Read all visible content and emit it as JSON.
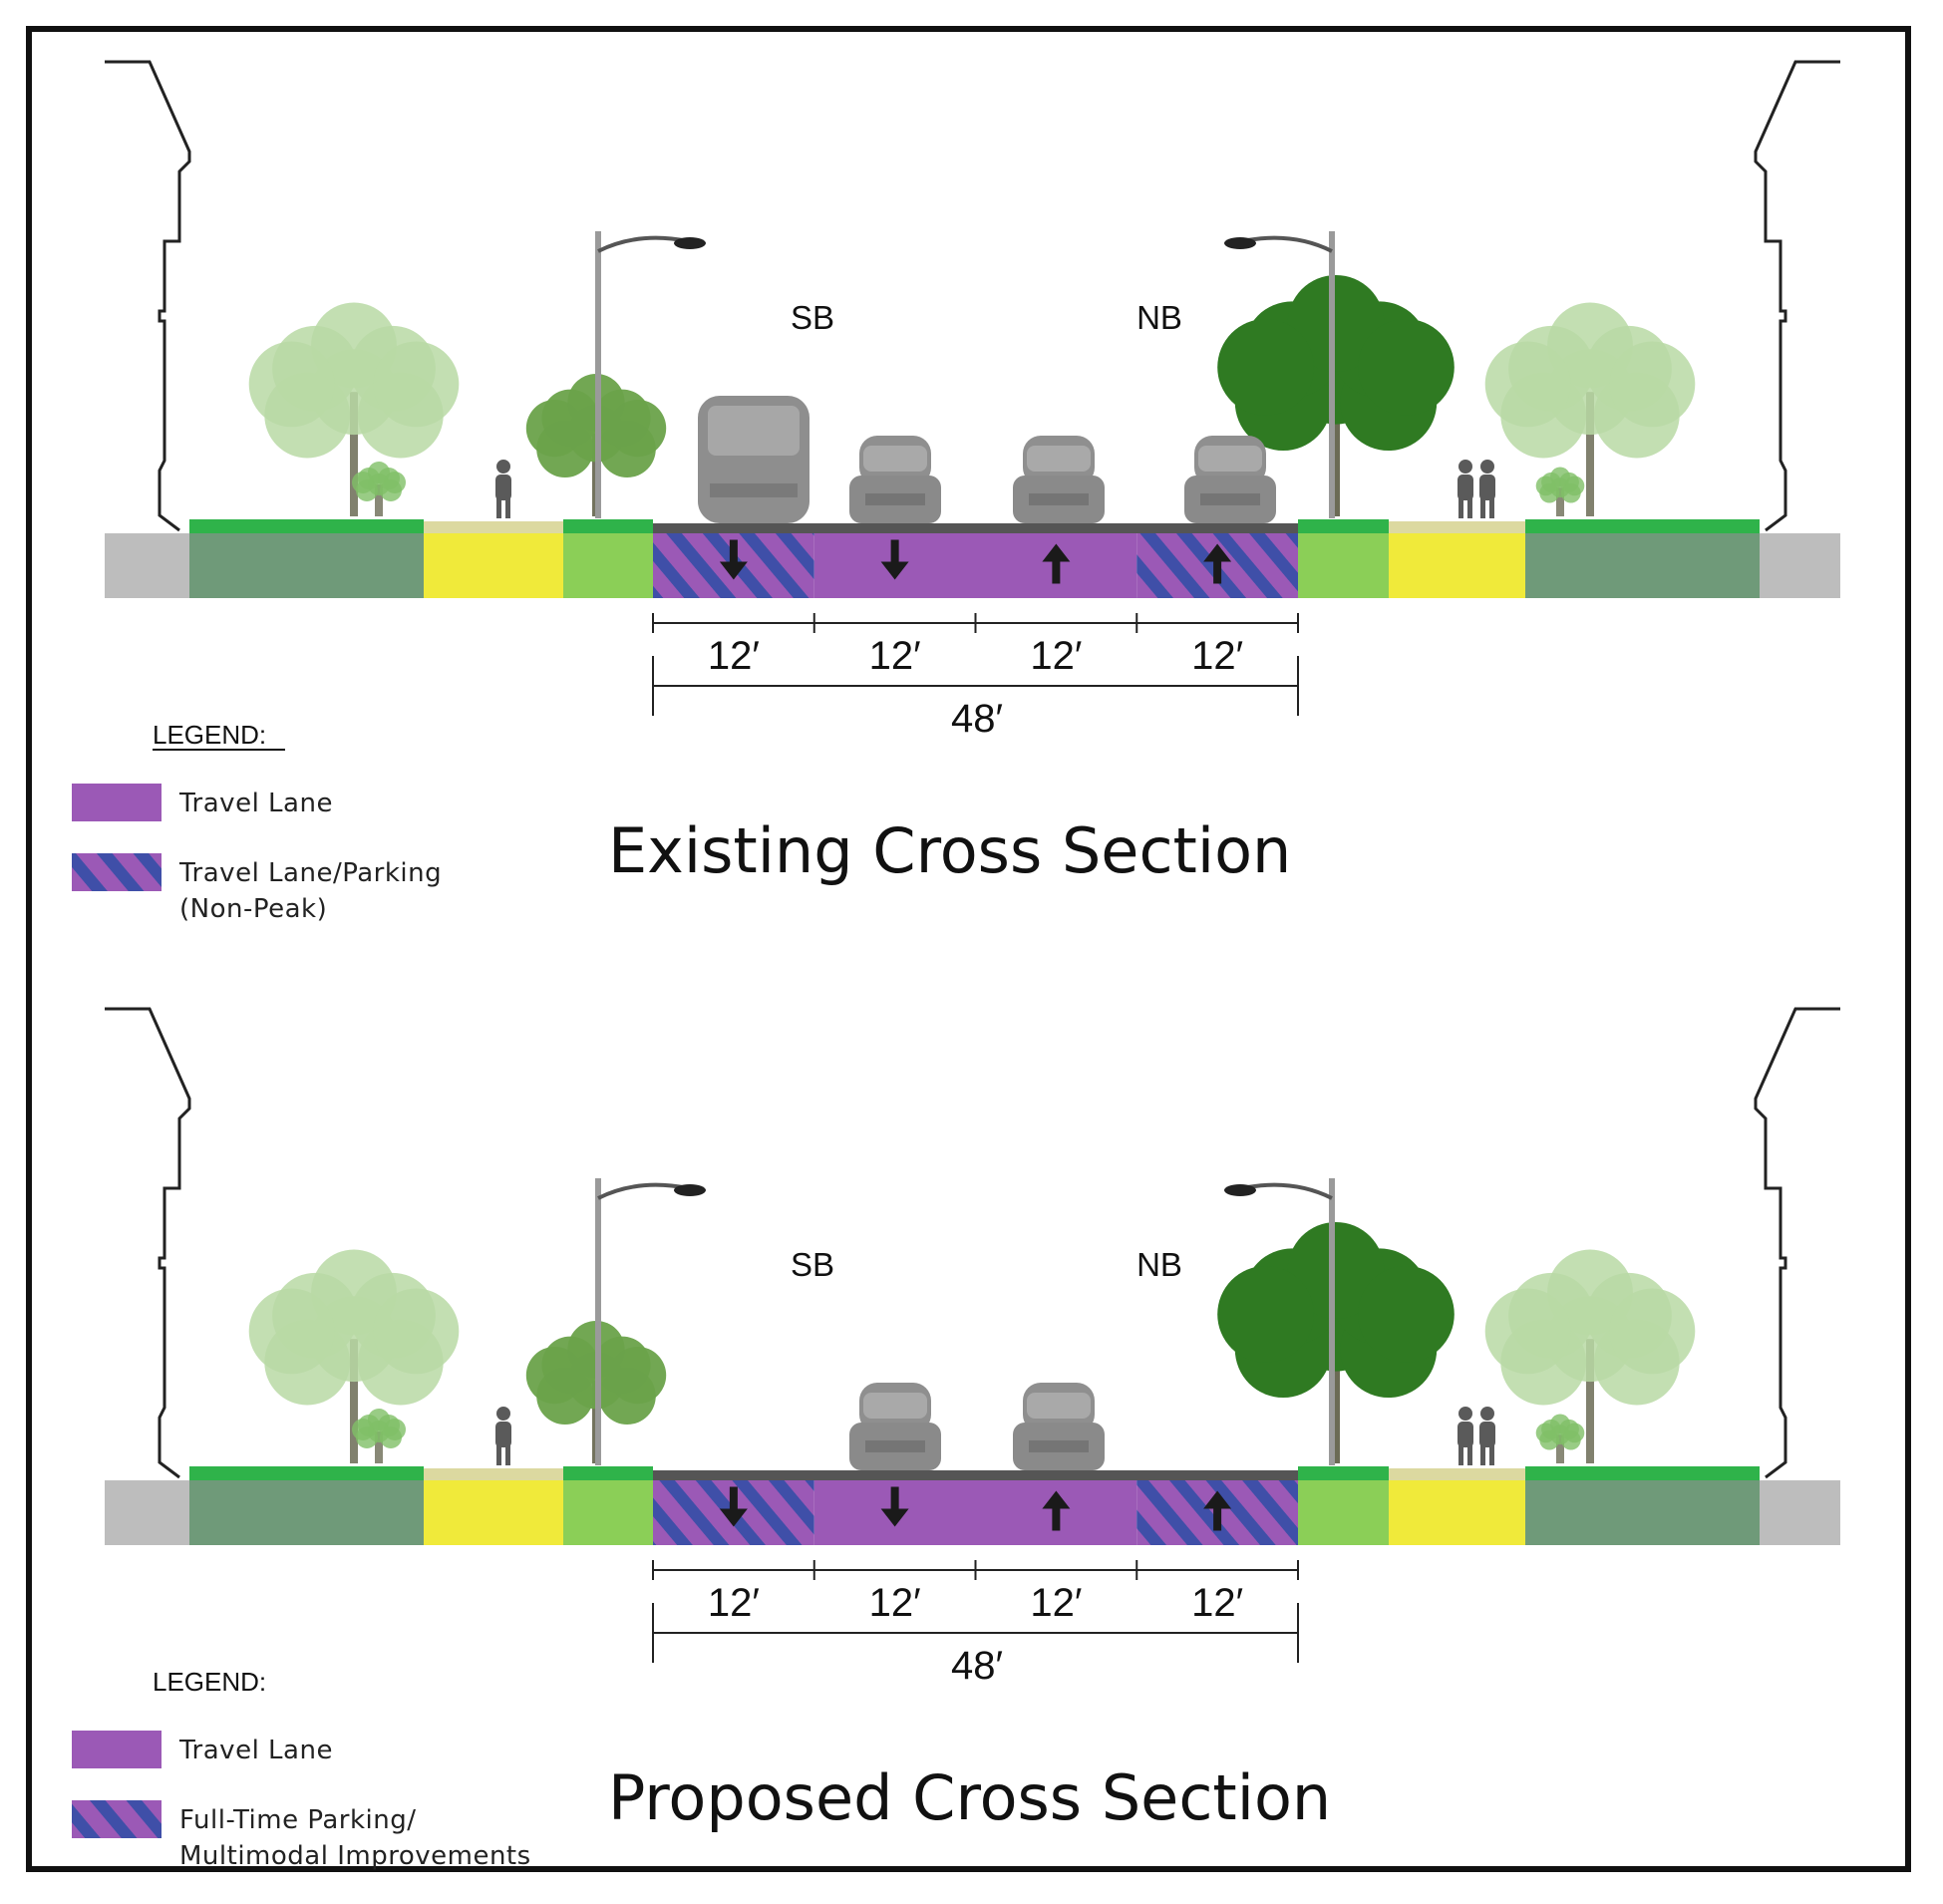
{
  "colors": {
    "travel_lane": "#9b59b6",
    "hatch_stripe": "#3f4fa8",
    "planting_dark": "#6f9a79",
    "planting_light": "#8bcf57",
    "grass_edge": "#2fb34a",
    "sidewalk": "#f0ea3a",
    "curb": "#bdbdbd",
    "building_outline": "#222222"
  },
  "icons": [
    "building-outline-icon",
    "tree-icon",
    "street-light-icon",
    "pedestrian-icon",
    "bus-icon",
    "car-icon",
    "arrow-down-icon",
    "arrow-up-icon"
  ],
  "sections": [
    {
      "id": "existing",
      "title": "Existing Cross Section",
      "dir_left": "SB",
      "dir_right": "NB",
      "lanes": [
        {
          "width_label": "12′",
          "type": "hatched",
          "direction": "down"
        },
        {
          "width_label": "12′",
          "type": "solid",
          "direction": "down"
        },
        {
          "width_label": "12′",
          "type": "solid",
          "direction": "up"
        },
        {
          "width_label": "12′",
          "type": "hatched",
          "direction": "up"
        }
      ],
      "total_label": "48′",
      "vehicles": [
        "bus",
        "car",
        "car",
        "car"
      ],
      "legend": {
        "heading": "LEGEND:",
        "items": [
          {
            "swatch": "solid",
            "lines": [
              "Travel Lane"
            ]
          },
          {
            "swatch": "hatched",
            "lines": [
              "Travel Lane/Parking",
              "(Non-Peak)"
            ]
          }
        ]
      }
    },
    {
      "id": "proposed",
      "title": "Proposed Cross Section",
      "dir_left": "SB",
      "dir_right": "NB",
      "lanes": [
        {
          "width_label": "12′",
          "type": "hatched",
          "direction": "down"
        },
        {
          "width_label": "12′",
          "type": "solid",
          "direction": "down"
        },
        {
          "width_label": "12′",
          "type": "solid",
          "direction": "up"
        },
        {
          "width_label": "12′",
          "type": "hatched",
          "direction": "up"
        }
      ],
      "total_label": "48′",
      "vehicles": [
        "car",
        "car"
      ],
      "legend": {
        "heading": "LEGEND:",
        "items": [
          {
            "swatch": "solid",
            "lines": [
              "Travel Lane"
            ]
          },
          {
            "swatch": "hatched",
            "lines": [
              "Full-Time Parking/",
              "Multimodal Improvements"
            ]
          }
        ]
      }
    }
  ]
}
